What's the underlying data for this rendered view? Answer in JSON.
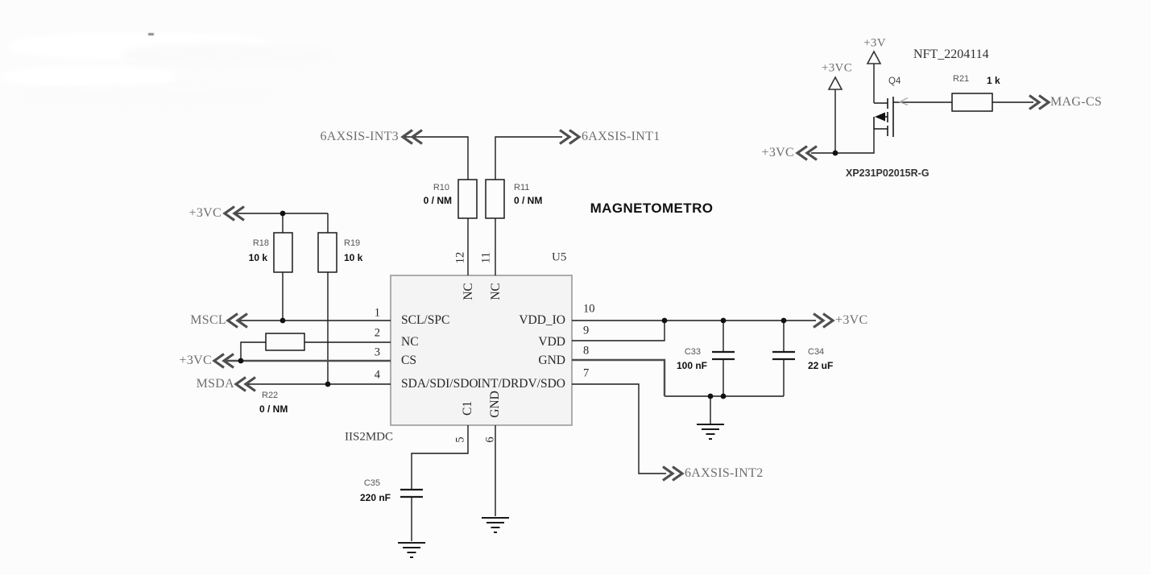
{
  "title": "MAGNETOMETRO",
  "chip": {
    "ref": "U5",
    "part": "IIS2MDC",
    "pins_left": [
      {
        "num": "1",
        "name": "SCL/SPC"
      },
      {
        "num": "2",
        "name": "NC"
      },
      {
        "num": "3",
        "name": "CS"
      },
      {
        "num": "4",
        "name": "SDA/SDI/SDO"
      }
    ],
    "pins_right": [
      {
        "num": "10",
        "name": "VDD_IO"
      },
      {
        "num": "9",
        "name": "VDD"
      },
      {
        "num": "8",
        "name": "GND"
      },
      {
        "num": "7",
        "name": "INT/DRDV/SDO"
      }
    ],
    "pins_top": [
      {
        "num": "12",
        "name": "NC"
      },
      {
        "num": "11",
        "name": "NC"
      }
    ],
    "pins_bottom": [
      {
        "num": "5",
        "name": "C1"
      },
      {
        "num": "6",
        "name": "GND"
      }
    ]
  },
  "transistor": {
    "ref": "Q4",
    "type_label": "NFT_2204114",
    "part": "XP231P02015R-G"
  },
  "resistors": {
    "r10": {
      "ref": "R10",
      "value": "0 / NM"
    },
    "r11": {
      "ref": "R11",
      "value": "0 / NM"
    },
    "r18": {
      "ref": "R18",
      "value": "10 k"
    },
    "r19": {
      "ref": "R19",
      "value": "10 k"
    },
    "r21": {
      "ref": "R21",
      "value": "1 k"
    },
    "r22": {
      "ref": "R22",
      "value": "0 / NM"
    }
  },
  "capacitors": {
    "c33": {
      "ref": "C33",
      "value": "100 nF"
    },
    "c34": {
      "ref": "C34",
      "value": "22 uF"
    },
    "c35": {
      "ref": "C35",
      "value": "220 nF"
    }
  },
  "nets": {
    "p3v": "+3V",
    "p3vc": "+3VC",
    "mscl": "MSCL",
    "msda": "MSDA",
    "mag_cs": "MAG-CS",
    "int1": "6AXSIS-INT1",
    "int2": "6AXSIS-INT2",
    "int3": "6AXSIS-INT3"
  },
  "colors": {
    "background": "#fcfcfc",
    "wire": "#1a1a1a",
    "heavy_wire": "#4d4d4d",
    "chip_fill": "#f4f4f4",
    "chip_border": "#999999",
    "net_text": "#6e6e6e"
  }
}
